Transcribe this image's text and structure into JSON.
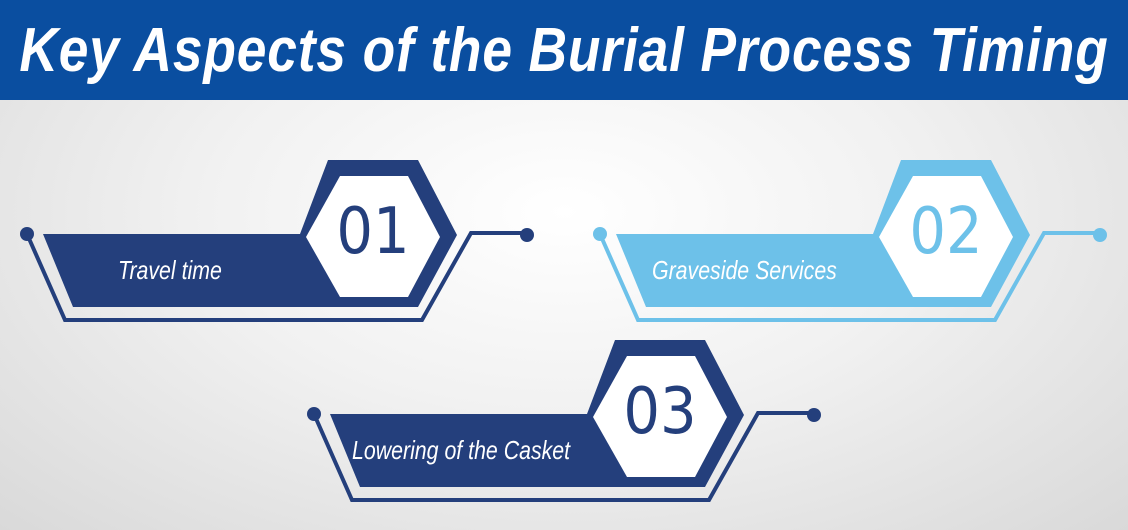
{
  "title": "Key Aspects of the Burial Process Timing",
  "colors": {
    "header_bg": "#0a4ea0",
    "dark_blue": "#243f7c",
    "light_blue": "#6dc1e9",
    "white": "#ffffff"
  },
  "items": [
    {
      "number": "01",
      "label": "Travel time",
      "color": "#243f7c"
    },
    {
      "number": "02",
      "label": "Graveside Services",
      "color": "#6dc1e9"
    },
    {
      "number": "03",
      "label": "Lowering of the Casket",
      "color": "#243f7c"
    }
  ]
}
